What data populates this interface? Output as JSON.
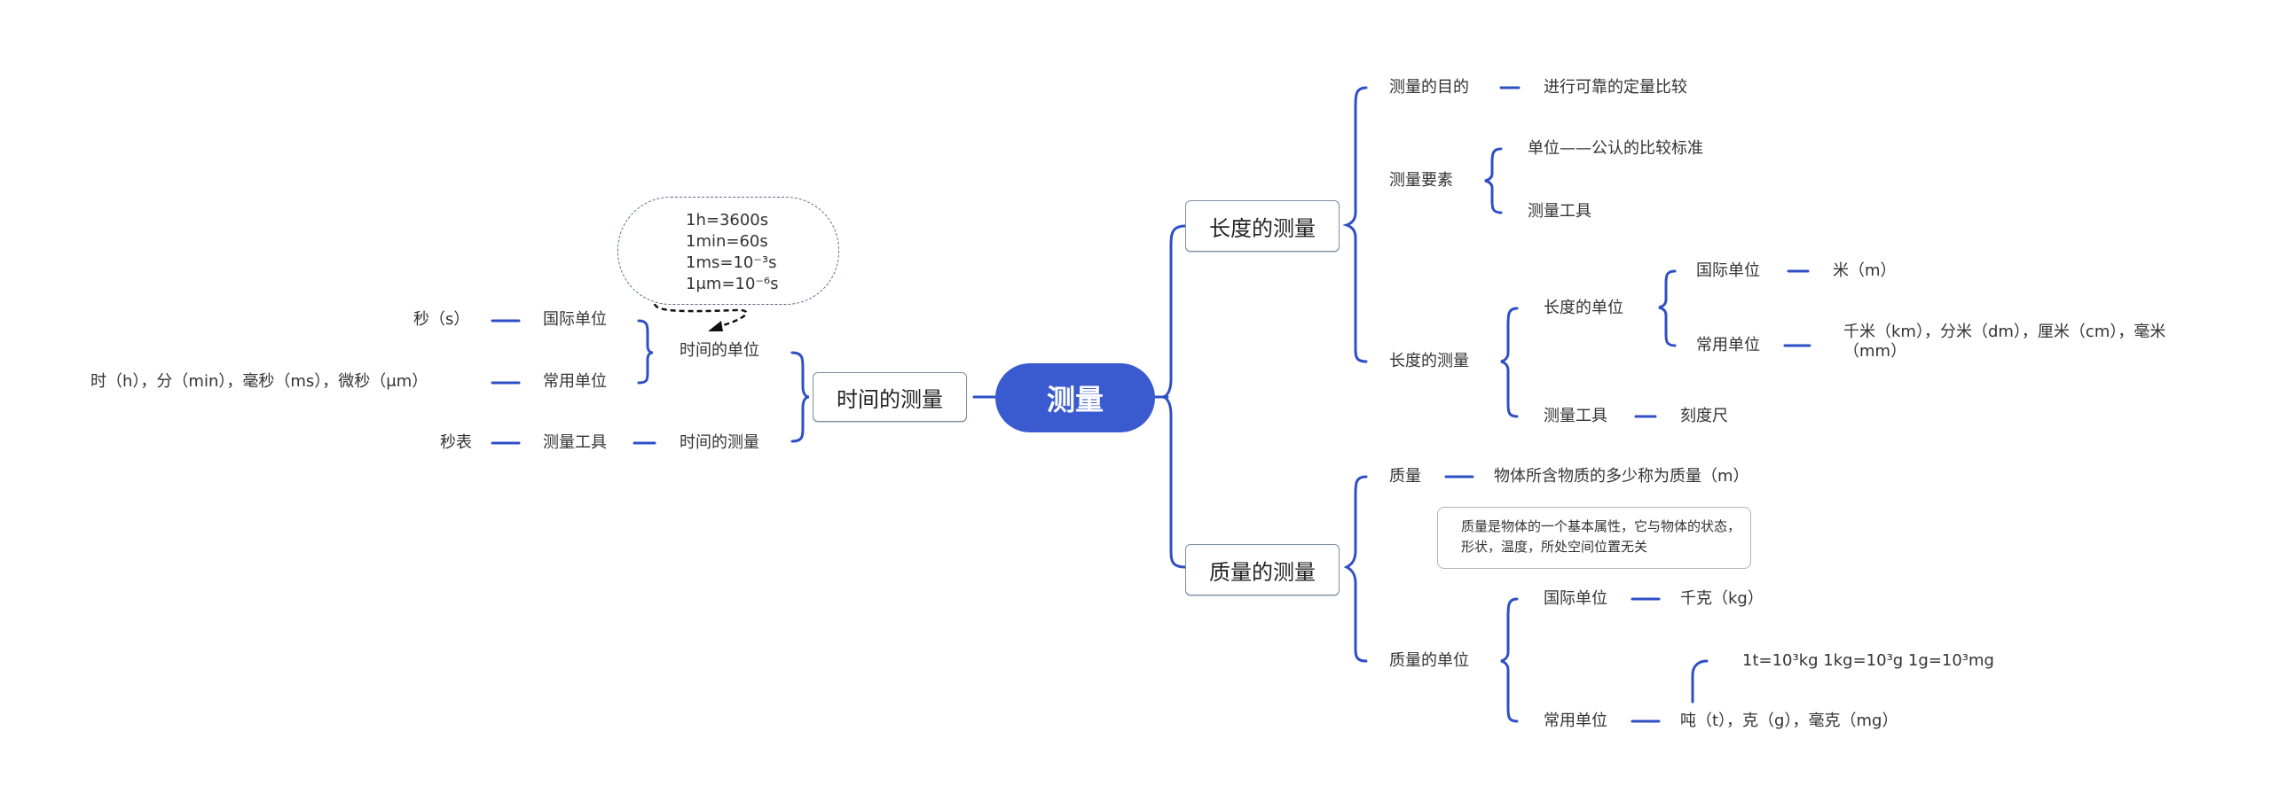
{
  "root": "测量",
  "time": {
    "title": "时间的测量",
    "unit_label": "时间的单位",
    "si_label": "国际单位",
    "si_value": "秒（s）",
    "common_label": "常用单位",
    "common_value": "时（h），分（min），毫秒（ms），微秒（μm）",
    "measure_label": "时间的测量",
    "tool_label": "测量工具",
    "tool_value": "秒表",
    "conversions": [
      "1h=3600s",
      "1min=60s",
      "1ms=10⁻³s",
      "1μm=10⁻⁶s"
    ]
  },
  "length": {
    "title": "长度的测量",
    "purpose_label": "测量的目的",
    "purpose_value": "进行可靠的定量比较",
    "elements_label": "测量要素",
    "element_unit": "单位——公认的比较标准",
    "element_tool": "测量工具",
    "measure_label": "长度的测量",
    "unit_label": "长度的单位",
    "si_label": "国际单位",
    "si_value": "米（m）",
    "common_label": "常用单位",
    "common_value": "千米（km），分米（dm），厘米（cm），毫米（mm）",
    "tool_label": "测量工具",
    "tool_value": "刻度尺"
  },
  "mass": {
    "title": "质量的测量",
    "mass_label": "质量",
    "mass_def": "物体所含物质的多少称为质量（m）",
    "note": "质量是物体的一个基本属性，它与物体的状态，形状，温度，所处空间位置无关",
    "unit_label": "质量的单位",
    "si_label": "国际单位",
    "si_value": "千克（kg）",
    "common_label": "常用单位",
    "common_value": "吨（t），克（g），毫克（mg）",
    "conversion": "1t=10³kg   1kg=10³g   1g=10³mg"
  },
  "colors": {
    "line": "#2f4fc4",
    "root_fill": "#3a5bd0"
  }
}
